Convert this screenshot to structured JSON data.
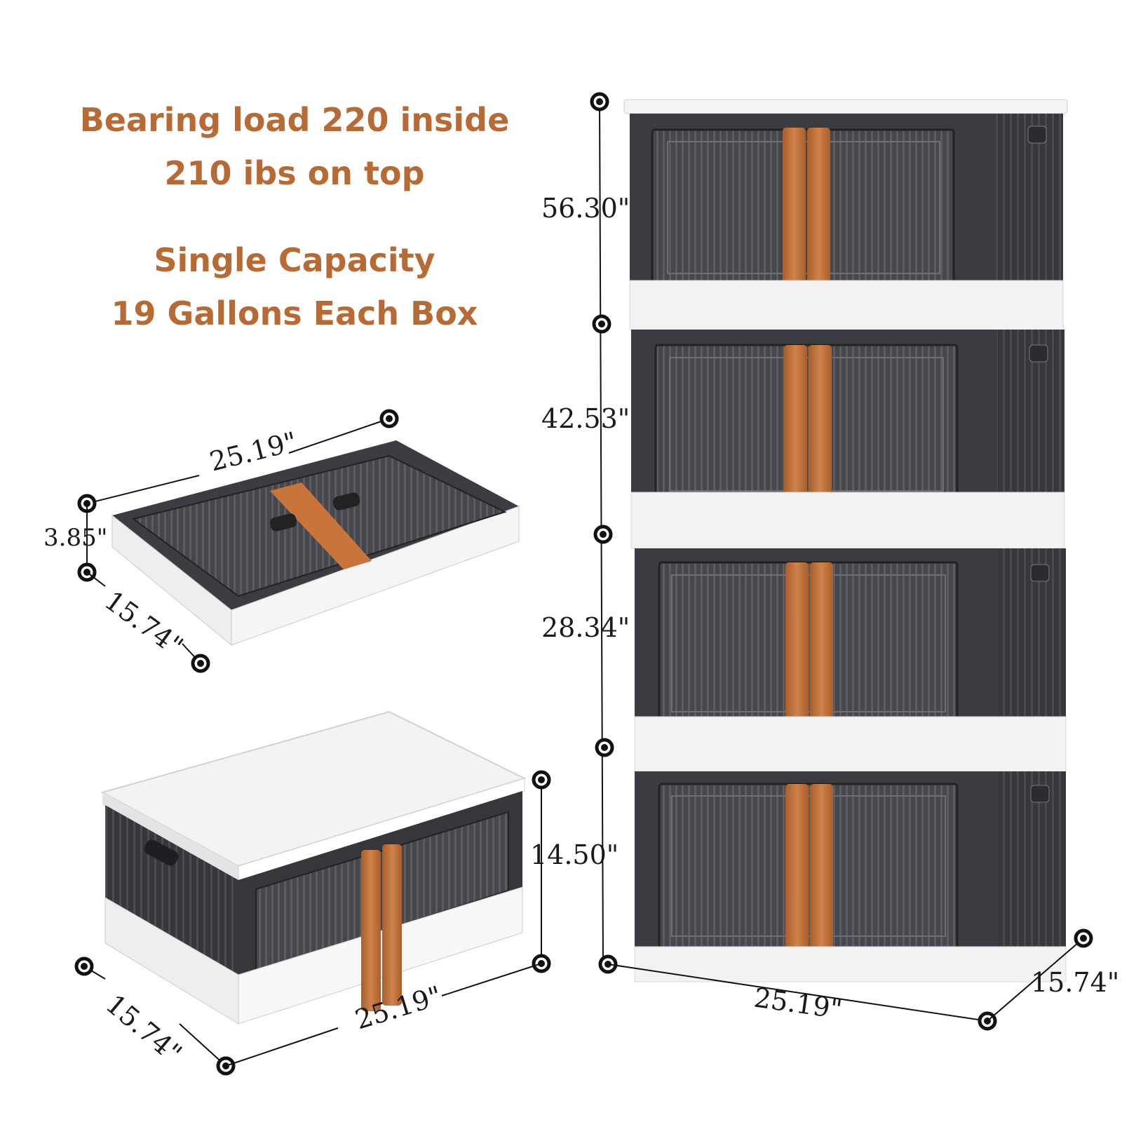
{
  "headline": {
    "line1": "Bearing load 220 inside",
    "line2": "210 ibs on top",
    "line3": "Single Capacity",
    "line4": "19  Gallons Each Box"
  },
  "folded_box": {
    "width_label": "25.19\"",
    "height_label": "3.85\"",
    "depth_label": "15.74\""
  },
  "single_box": {
    "height_label": "14.50\"",
    "width_label": "25.19\"",
    "depth_label": "15.74\""
  },
  "stacked_boxes": {
    "height_4_label": "56.30\"",
    "height_3_label": "42.53\"",
    "height_2_label": "28.34\"",
    "width_label": "25.19\"",
    "depth_label": "15.74\""
  },
  "colors": {
    "accent": "#b86a34",
    "box_body": "#3b3d42",
    "frame": "#f2f2f2",
    "handle": "#c8743a"
  }
}
